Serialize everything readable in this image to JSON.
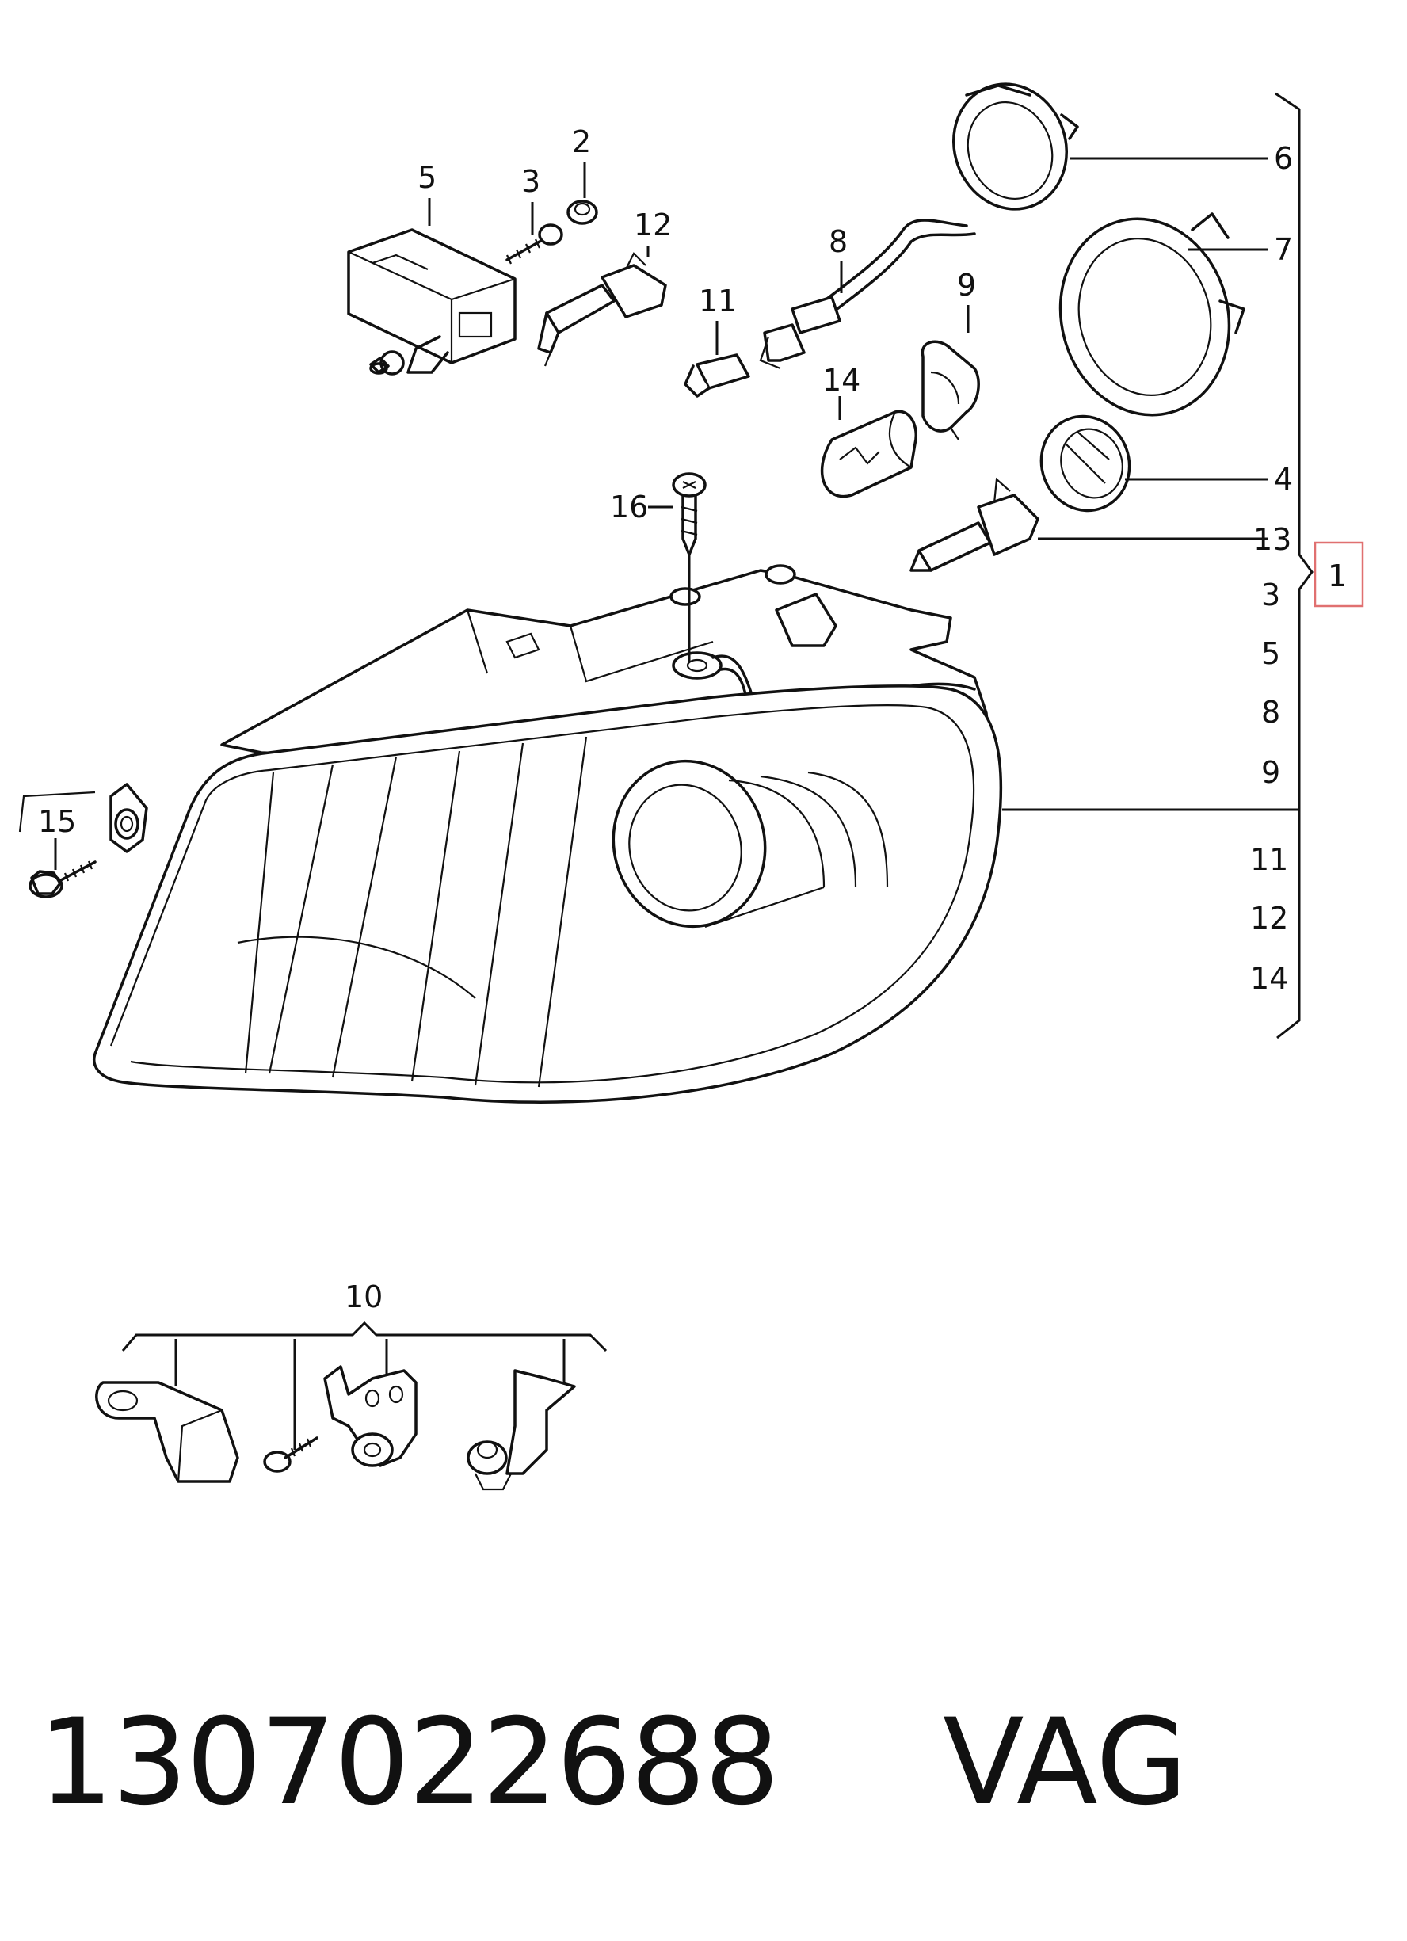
{
  "callouts": {
    "c1": "1",
    "c2": "2",
    "c3": "3",
    "c4": "4",
    "c5": "5",
    "c6": "6",
    "c7": "7",
    "c8": "8",
    "c9": "9",
    "c10": "10",
    "c11": "11",
    "c12": "12",
    "c13": "13",
    "c14": "14",
    "c15": "15",
    "c16": "16"
  },
  "group_list": [
    "3",
    "5",
    "8",
    "9",
    "11",
    "12",
    "14"
  ],
  "footer": {
    "part_number": "1307022688",
    "brand": "VAG"
  },
  "colors": {
    "ink": "#111111",
    "highlight_box": "#e07070"
  }
}
